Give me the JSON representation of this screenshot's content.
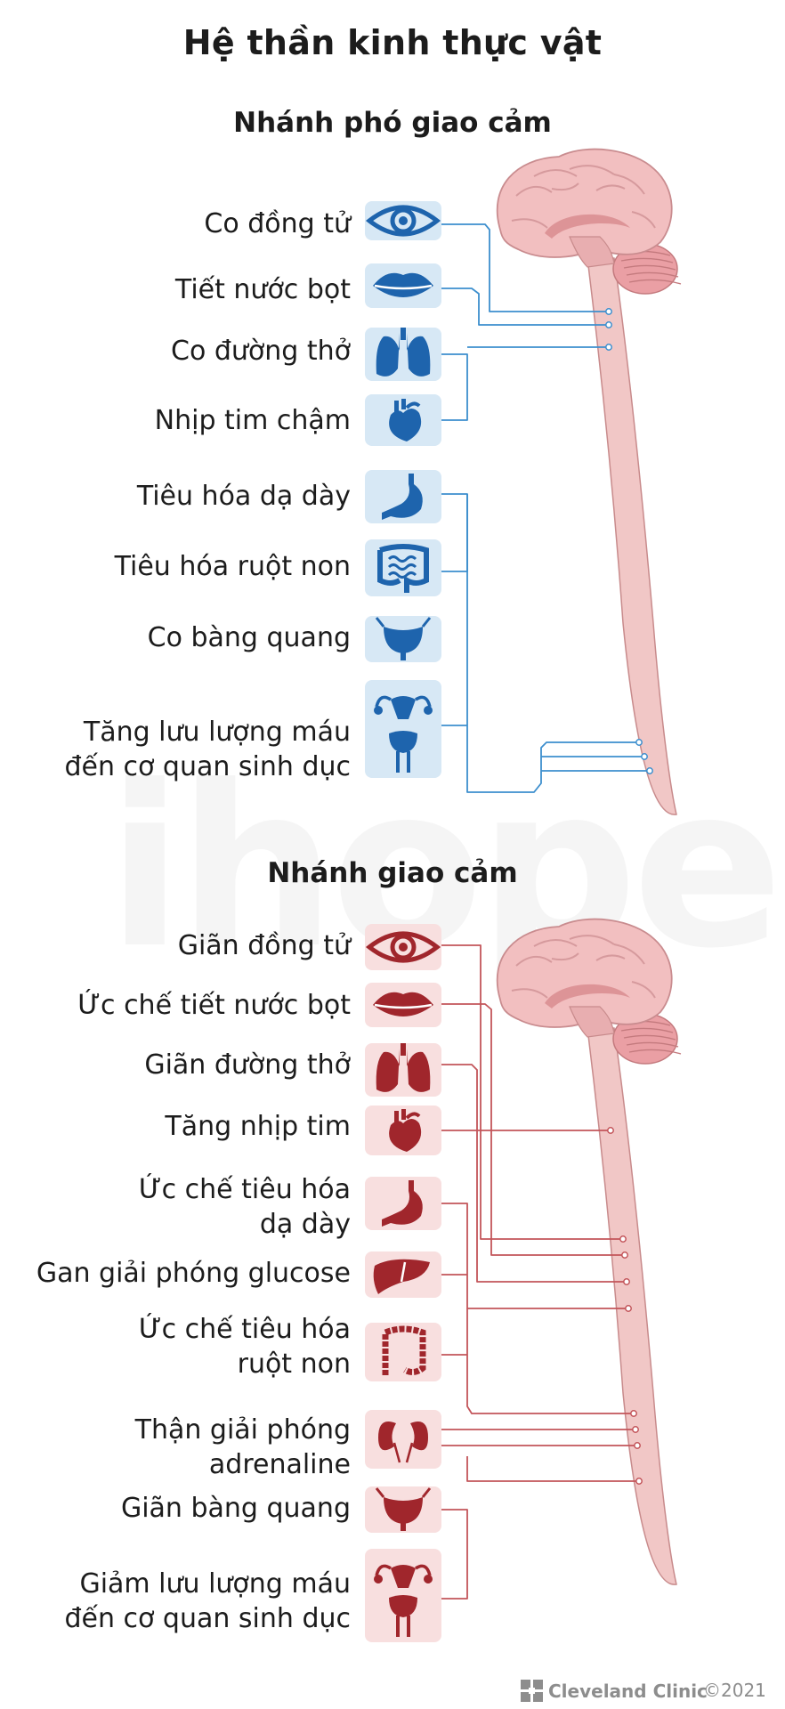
{
  "title": "Hệ thần kinh thực vật",
  "watermark": "ihope",
  "colors": {
    "para_line": "#3d8fce",
    "para_icon": "#1e64ad",
    "para_box": "#d7e8f5",
    "symp_line": "#c3555a",
    "symp_icon": "#a0262c",
    "symp_box": "#f8dfdf",
    "brain": "#f2bfc0",
    "brain_dark": "#dd9497",
    "spine": "#f1c7c6"
  },
  "parasympathetic": {
    "heading": "Nhánh phó giao cảm",
    "items": [
      {
        "label": [
          "Co đồng tử"
        ],
        "icon": "eye-icon"
      },
      {
        "label": [
          "Tiết nước bọt"
        ],
        "icon": "lips-icon"
      },
      {
        "label": [
          "Co đường thở"
        ],
        "icon": "lungs-icon"
      },
      {
        "label": [
          "Nhịp tim chậm"
        ],
        "icon": "heart-icon"
      },
      {
        "label": [
          "Tiêu hóa dạ dày"
        ],
        "icon": "stomach-icon"
      },
      {
        "label": [
          "Tiêu hóa ruột non"
        ],
        "icon": "intestine-icon"
      },
      {
        "label": [
          "Co bàng quang"
        ],
        "icon": "bladder-icon"
      },
      {
        "label": [
          "Tăng lưu lượng máu",
          "đến cơ quan sinh dục"
        ],
        "icon": "reproductive-organs-icon"
      }
    ]
  },
  "sympathetic": {
    "heading": "Nhánh giao cảm",
    "items": [
      {
        "label": [
          "Giãn đồng tử"
        ],
        "icon": "eye-icon"
      },
      {
        "label": [
          "Ức chế tiết nước bọt"
        ],
        "icon": "lips-icon"
      },
      {
        "label": [
          "Giãn đường thở"
        ],
        "icon": "lungs-icon"
      },
      {
        "label": [
          "Tăng nhịp tim"
        ],
        "icon": "heart-icon"
      },
      {
        "label": [
          "Ức chế tiêu hóa",
          "dạ dày"
        ],
        "icon": "stomach-icon"
      },
      {
        "label": [
          "Gan giải phóng glucose"
        ],
        "icon": "liver-icon"
      },
      {
        "label": [
          "Ức chế tiêu hóa",
          "ruột non"
        ],
        "icon": "colon-icon"
      },
      {
        "label": [
          "Thận giải phóng",
          "adrenaline"
        ],
        "icon": "kidneys-icon"
      },
      {
        "label": [
          "Giãn bàng quang"
        ],
        "icon": "bladder-icon"
      },
      {
        "label": [
          "Giảm lưu lượng máu",
          "đến cơ quan sinh dục"
        ],
        "icon": "reproductive-organs-icon"
      }
    ]
  },
  "footer": {
    "brand": "Cleveland Clinic",
    "copyright": "©2021"
  }
}
